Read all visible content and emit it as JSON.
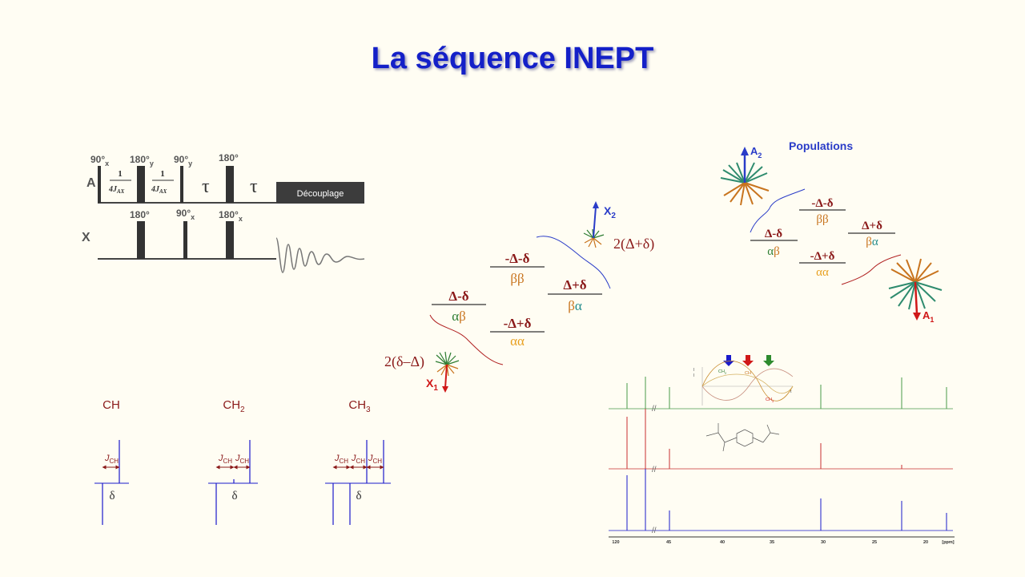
{
  "title": "La séquence INEPT",
  "colors": {
    "title": "#1420c8",
    "dark_red": "#8b1a1a",
    "green": "#2e7d32",
    "orange": "#c8741e",
    "teal": "#238c8c",
    "blue": "#2a3cc8",
    "red": "#d01818",
    "spectrum_green": "#4a9a4a",
    "spectrum_red": "#c83030",
    "spectrum_blue": "#1a1acb"
  },
  "pulse_sequence": {
    "channel_a": "A",
    "channel_x": "X",
    "a_pulses": {
      "p1": "90°",
      "p1_sub": "x",
      "p2": "180°",
      "p2_sub": "y",
      "p3": "90°",
      "p3_sub": "y",
      "p4": "180°"
    },
    "x_pulses": {
      "p1": "180°",
      "p2": "90°",
      "p2_sub": "x",
      "p3": "180°",
      "p3_sub": "x"
    },
    "delay_num": "1",
    "delay_den": "4J",
    "delay_den_sub": "AX",
    "tau": "τ",
    "decoupling": "Découplage"
  },
  "energy_x": {
    "levels": [
      {
        "label": "Δ-δ",
        "state": "αβ"
      },
      {
        "label": "-Δ-δ",
        "state": "ββ"
      },
      {
        "label": "Δ+δ",
        "state": "βα"
      },
      {
        "label": "-Δ+δ",
        "state": "αα"
      }
    ],
    "x1_label": "X",
    "x1_sub": "1",
    "x2_label": "X",
    "x2_sub": "2",
    "x1_pop": "2(δ–Δ)",
    "x2_pop": "2(Δ+δ)"
  },
  "energy_a": {
    "title": "Populations",
    "levels": [
      {
        "label": "Δ-δ",
        "state": "αβ"
      },
      {
        "label": "-Δ-δ",
        "state": "ββ"
      },
      {
        "label": "Δ+δ",
        "state": "βα"
      },
      {
        "label": "-Δ+δ",
        "state": "αα"
      }
    ],
    "a1_label": "A",
    "a1_sub": "1",
    "a2_label": "A",
    "a2_sub": "2"
  },
  "multiplets": [
    {
      "name": "CH",
      "sub": "",
      "j": "J",
      "j_sub": "CH",
      "delta": "δ"
    },
    {
      "name": "CH",
      "sub": "2",
      "j": "J",
      "j_sub": "CH",
      "delta": "δ"
    },
    {
      "name": "CH",
      "sub": "3",
      "j": "J",
      "j_sub": "CH",
      "delta": "δ"
    }
  ],
  "spectrum": {
    "axis_ticks": [
      "120",
      "45",
      "40",
      "35",
      "30",
      "25",
      "20",
      "[ppm]"
    ],
    "arrow_colors": [
      "#1a1acb",
      "#d01818",
      "#2e8b2e"
    ],
    "curve_labels": [
      "CH",
      "CH",
      "CH"
    ],
    "curve_label_subs": [
      "3",
      "",
      "2"
    ]
  }
}
